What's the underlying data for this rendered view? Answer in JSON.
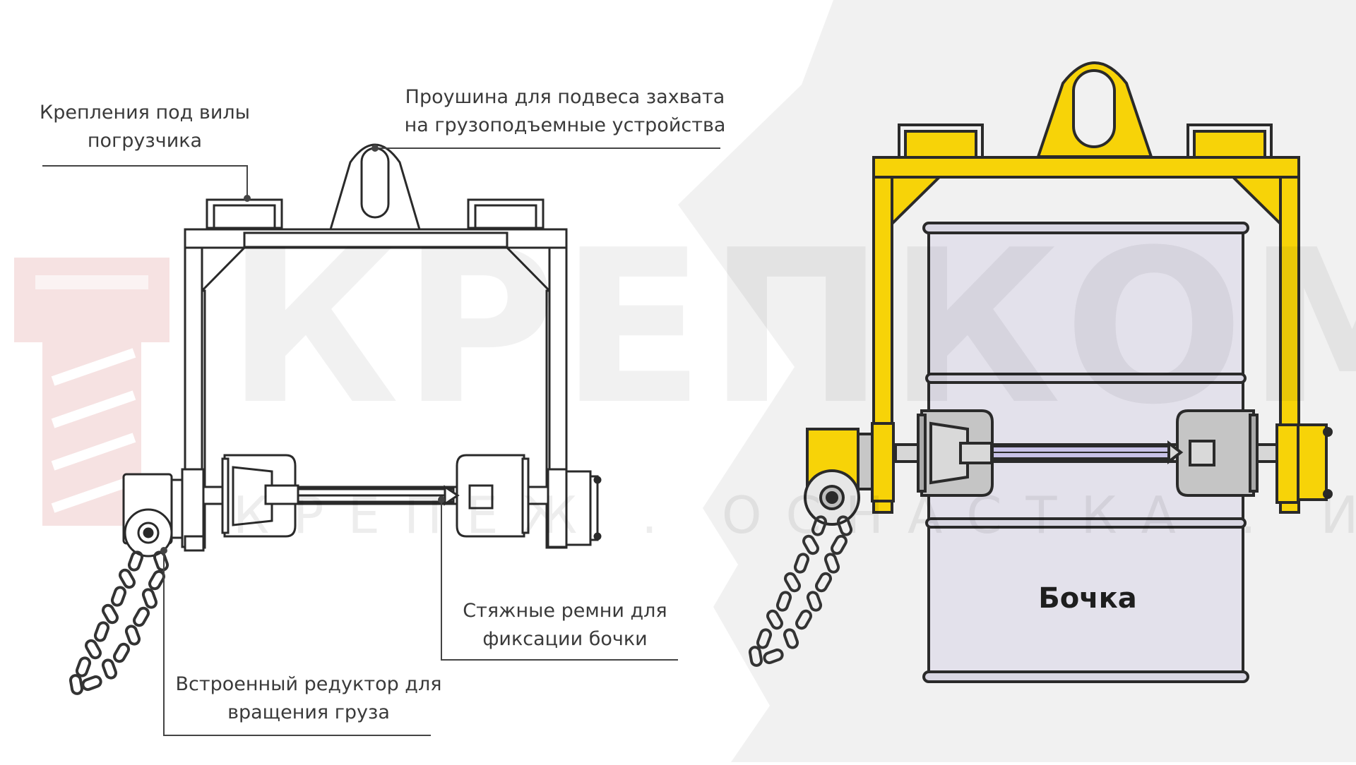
{
  "colors": {
    "frame_accent": "#f7d308",
    "outline": "#2a2a2a",
    "drum_fill": "#e2e0ea",
    "strap": "#c9c2e8",
    "logo_red": "#f2dede",
    "panel_grey": "#f1f1f1"
  },
  "watermark": {
    "main": "КРЕПКОМ",
    "sub": "КРЕПЕЖ . ОСНАСТКА . ИНСТРУМЕНТ",
    "logo_icon": "bolt-icon"
  },
  "callouts": {
    "fork_mounts": "Крепления под вилы погрузчика",
    "lifting_eye": "Проушина для подвеса захвата на грузоподъемные устройства",
    "tension_straps": "Стяжные ремни для фиксации бочки",
    "built_in_gearbox": "Встроенный редуктор для вращения груза"
  },
  "drum_label": "Бочка"
}
